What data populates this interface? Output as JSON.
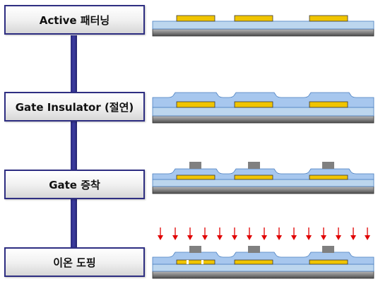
{
  "steps": [
    {
      "id": "active",
      "label": "Active 패터닝"
    },
    {
      "id": "gate-insulator",
      "label": "Gate Insulator (절연)"
    },
    {
      "id": "gate-deposition",
      "label": "Gate 증착"
    },
    {
      "id": "ion-doping",
      "label": "이온 도핑"
    }
  ],
  "colors": {
    "step_border": "#2e2e82",
    "spine": "#33338f",
    "substrate_light": "#a9a9a9",
    "substrate_dark": "#555555",
    "buffer": "#bcd6ee",
    "insulator": "#a7c7ee",
    "insulator_edge": "#4a7fc0",
    "active": "#f0c400",
    "active_edge": "#3a3a3a",
    "gate": "#808080",
    "arrow": "#e00000"
  },
  "icons": {
    "ion_arrow": "down-arrow-icon"
  }
}
